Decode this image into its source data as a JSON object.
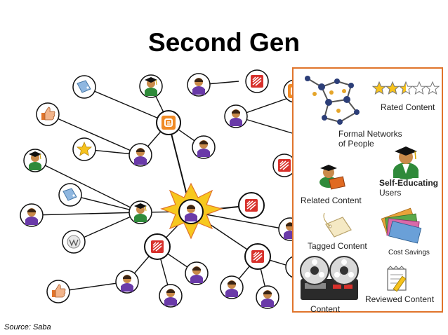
{
  "title": "Second Gen",
  "source": "Source: Saba",
  "legend": {
    "rated_content": "Rated Content",
    "formal_networks": "Formal Networks\nof People",
    "formal_networks_line1": "Formal Networks",
    "formal_networks_line2": "of People",
    "self_educating_line1": "Self-Educating",
    "self_educating_line2": "Users",
    "related_content": "Related Content",
    "tagged_content": "Tagged Content",
    "cost_savings": "Cost Savings",
    "reviewed_content": "Reviewed Content",
    "content": "Content"
  },
  "rating": {
    "filled": 2.5,
    "total": 5
  },
  "colors": {
    "accent": "#e0742b",
    "line": "#111111",
    "node_border": "#111111",
    "burst": "#f7c81e"
  },
  "icons": [
    "graduate-user-icon",
    "user-icon",
    "blogger-icon",
    "thumbs-up-icon",
    "star-icon",
    "tag-icon",
    "wikipedia-icon",
    "saba-content-icon",
    "tape-reel-icon",
    "money-icon",
    "notepad-icon",
    "molecule-network-icon"
  ]
}
